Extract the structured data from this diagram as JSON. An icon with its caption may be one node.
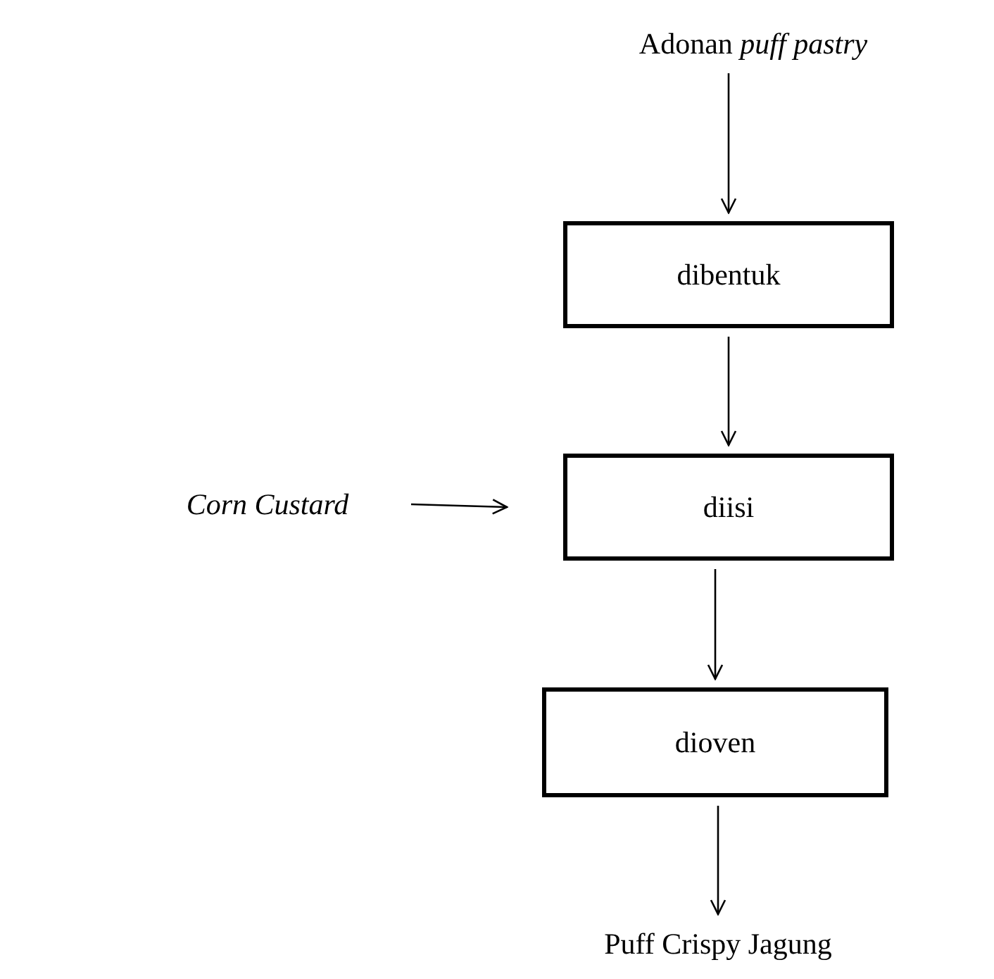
{
  "diagram": {
    "nodes": [
      {
        "text": [
          "Adonan *puff pastry*"
        ]
      },
      {
        "text": [
          "dibentuk"
        ]
      },
      {
        "text": [
          "Corn Custard"
        ]
      },
      {
        "text": [
          "diisi"
        ]
      },
      {
        "text": [
          "dioven"
        ]
      },
      {
        "text": [
          "Puff Crispy Jagung"
        ]
      }
    ],
    "edges": [
      {
        "from": 0,
        "to": 1,
        "arrow": "to"
      },
      {
        "from": 1,
        "to": 3,
        "arrow": "to"
      },
      {
        "from": 2,
        "to": 3,
        "arrow": "to"
      },
      {
        "from": 3,
        "to": 4,
        "arrow": "to"
      },
      {
        "from": 4,
        "to": 5,
        "arrow": "to"
      }
    ]
  }
}
